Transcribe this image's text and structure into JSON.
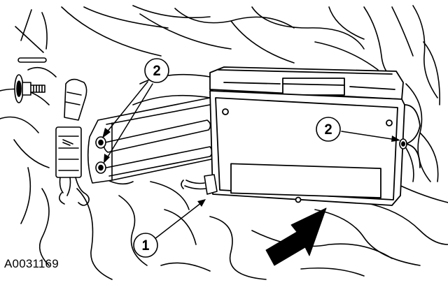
{
  "figure": {
    "id": "A0031169"
  },
  "callouts": [
    {
      "key": "bracket-nuts",
      "label": "2"
    },
    {
      "key": "module-nut",
      "label": "2"
    },
    {
      "key": "module-connector",
      "label": "1"
    }
  ],
  "colors": {
    "ink": "#000000",
    "paper": "#ffffff"
  }
}
